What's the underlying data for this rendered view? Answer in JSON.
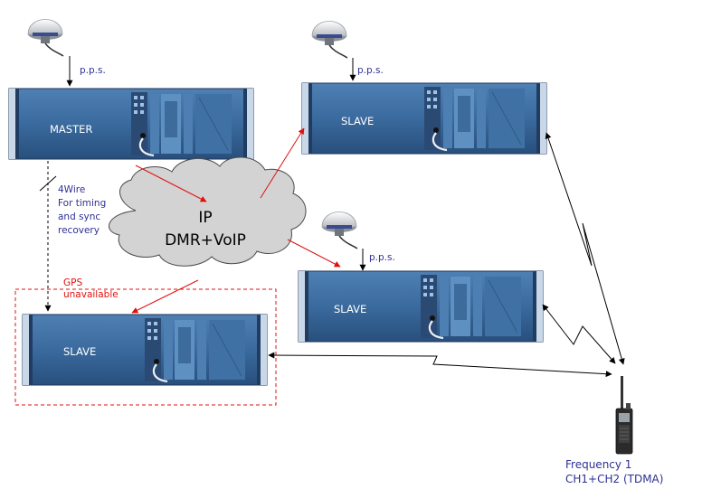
{
  "labels": {
    "pps": "p.p.s.",
    "master": "MASTER",
    "slave": "SLAVE",
    "fourwire": [
      "4Wire",
      "For timing",
      "and sync",
      "recovery"
    ],
    "cloud": [
      "IP",
      "DMR+VoIP"
    ],
    "gps_unavailable": [
      "GPS",
      "unavailable"
    ],
    "frequency": [
      "Frequency 1",
      "CH1+CH2 (TDMA)"
    ]
  },
  "colors": {
    "blue_text": "#2e3192",
    "red": "#e01010",
    "rack_dark": "#203c66",
    "rack_mid": "#3a6a9e",
    "rack_light": "#6fa1cf",
    "cloud_fill": "#d3d3d3"
  },
  "icons": [
    "gps-antenna-icon",
    "repeater-rack-icon",
    "ip-cloud-icon",
    "handheld-radio-icon"
  ]
}
